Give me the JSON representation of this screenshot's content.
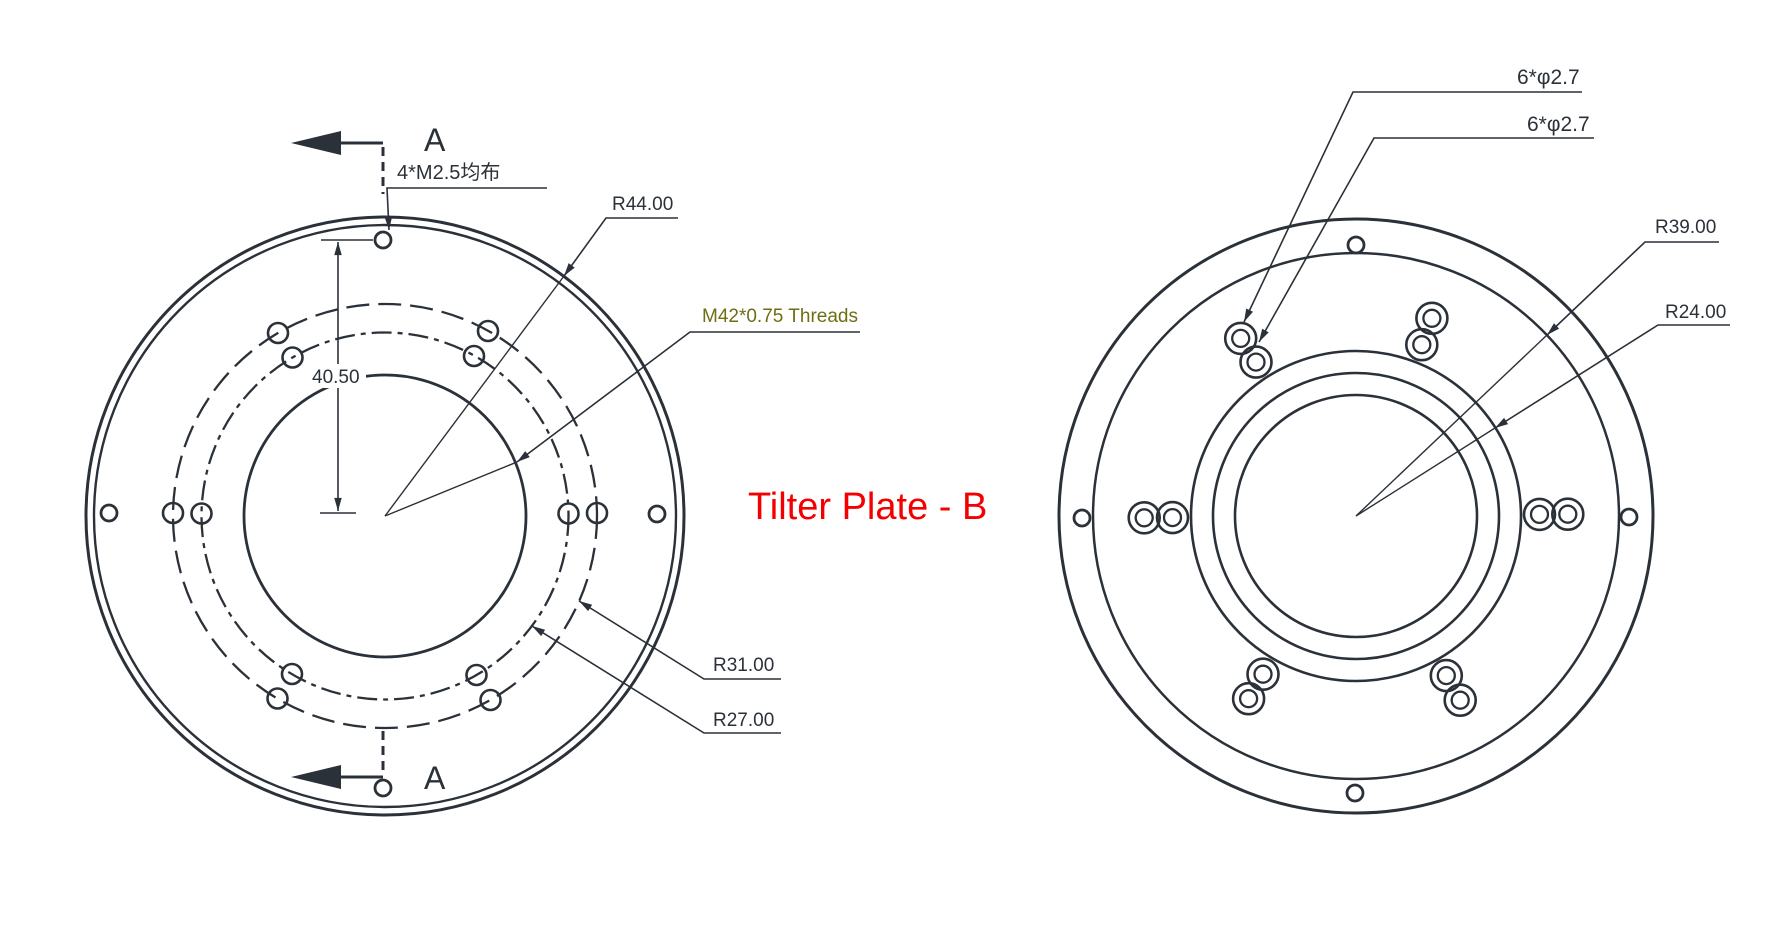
{
  "title": {
    "text": "Tilter Plate - B"
  },
  "left_view": {
    "section_label_top": "A",
    "section_label_bottom": "A",
    "labels": {
      "mount_holes": "4*M2.5均布",
      "outer_radius": "R44.00",
      "thread": "M42*0.75 Threads",
      "bolt_circle_outer": "R31.00",
      "bolt_circle_inner": "R27.00",
      "hole_circle_radius": "40.50"
    }
  },
  "right_view": {
    "labels": {
      "counterbore_holes_1": "6*φ2.7",
      "counterbore_holes_2": "6*φ2.7",
      "flange_radius": "R39.00",
      "bore_radius": "R24.00"
    }
  },
  "colors": {
    "line": "#2b3139",
    "title_red": "#f40000",
    "thread_label": "#6e6e14"
  }
}
